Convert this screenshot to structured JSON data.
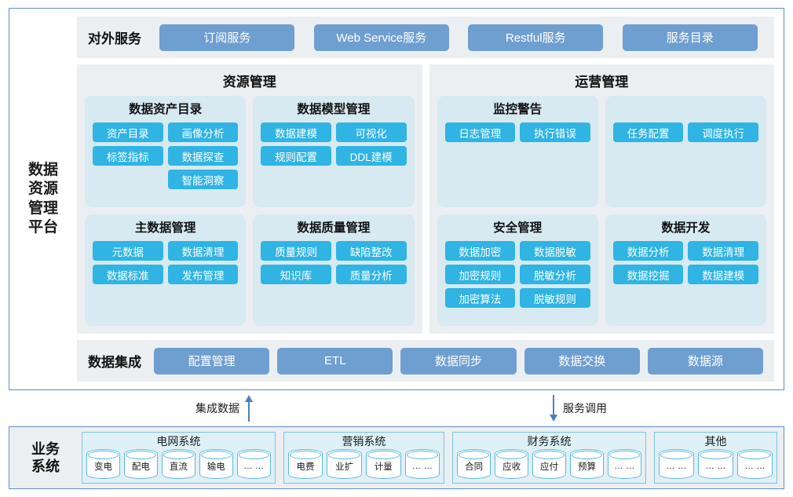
{
  "platform": {
    "side_title": "数据资源管理平台",
    "external_services": {
      "label": "对外服务",
      "buttons": [
        "订阅服务",
        "Web Service服务",
        "Restful服务",
        "服务目录"
      ]
    },
    "sections": [
      {
        "title": "资源管理",
        "cards": [
          {
            "title": "数据资产目录",
            "chips": [
              "资产目录",
              "画像分析",
              "标签指标",
              "数据探查",
              "",
              "智能洞察"
            ]
          },
          {
            "title": "数据模型管理",
            "chips": [
              "数据建模",
              "可视化",
              "规则配置",
              "DDL建模"
            ]
          },
          {
            "title": "主数据管理",
            "chips": [
              "元数据",
              "数据清理",
              "数据标准",
              "发布管理"
            ]
          },
          {
            "title": "数据质量管理",
            "chips": [
              "质量规则",
              "缺陷整改",
              "知识库",
              "质量分析"
            ]
          }
        ]
      },
      {
        "title": "运营管理",
        "cards": [
          {
            "title": "监控警告",
            "chips": [
              "日志管理",
              "执行错误"
            ]
          },
          {
            "title": "",
            "chips": [
              "任务配置",
              "调度执行"
            ]
          },
          {
            "title": "安全管理",
            "chips": [
              "数据加密",
              "数据脱敏",
              "加密规则",
              "脱敏分析",
              "加密算法",
              "脱敏规则"
            ]
          },
          {
            "title": "数据开发",
            "chips": [
              "数据分析",
              "数据清理",
              "数据挖掘",
              "数据建模"
            ]
          }
        ]
      }
    ],
    "data_integration": {
      "label": "数据集成",
      "buttons": [
        "配置管理",
        "ETL",
        "数据同步",
        "数据交换",
        "数据源"
      ]
    }
  },
  "arrows": {
    "integrate": "集成数据",
    "service": "服务调用"
  },
  "business": {
    "side_title": "业务系统",
    "groups": [
      {
        "title": "电网系统",
        "items": [
          "变电",
          "配电",
          "直流",
          "输电",
          "… …"
        ]
      },
      {
        "title": "营销系统",
        "items": [
          "电费",
          "业扩",
          "计量",
          "… …"
        ]
      },
      {
        "title": "财务系统",
        "items": [
          "合同",
          "应收",
          "应付",
          "预算",
          "… …"
        ]
      },
      {
        "title": "其他",
        "items": [
          "… …",
          "… …",
          "… …"
        ]
      }
    ]
  },
  "colors": {
    "panel_border": "#5b8fc9",
    "section_bg": "#eceff1",
    "card_bg": "#d7e9f1",
    "chip": "#2fb4e3",
    "pill_dark": "#6f9fd0",
    "arrow": "#4f7fc0",
    "biz_group_border": "#7ec4e0",
    "biz_group_bg": "#dff0f7"
  }
}
